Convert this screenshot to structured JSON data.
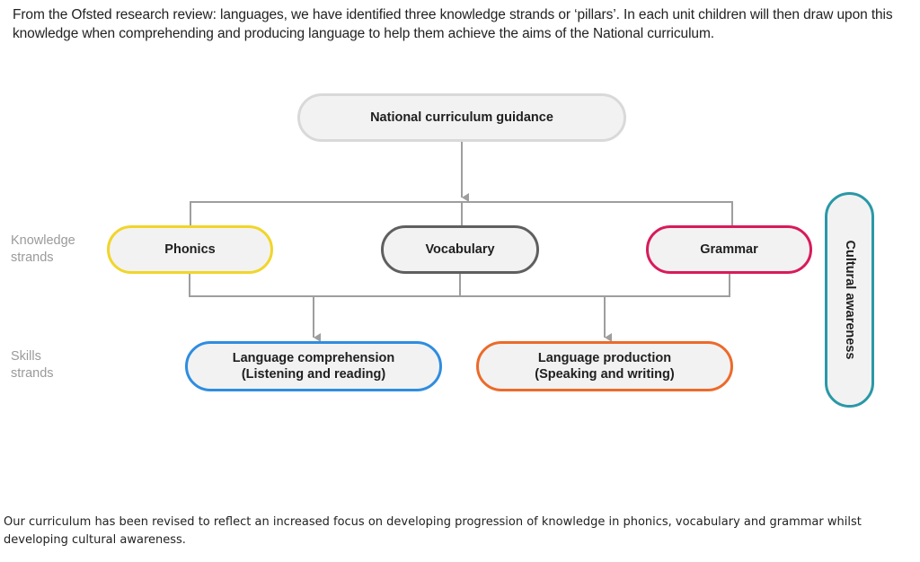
{
  "intro_text": "From the Ofsted research review: languages, we have identified three knowledge strands or ‘pillars’. In each unit children will then draw upon this knowledge when comprehending and producing language to help them achieve the aims of the National curriculum.",
  "diagram": {
    "top_node": "National curriculum guidance",
    "row_labels": {
      "knowledge": "Knowledge strands",
      "skills": "Skills strands"
    },
    "knowledge_strands": [
      {
        "label": "Phonics",
        "color": "#f1d52a"
      },
      {
        "label": "Vocabulary",
        "color": "#5f5f5f"
      },
      {
        "label": "Grammar",
        "color": "#d81b5a"
      }
    ],
    "skills_strands": [
      {
        "line1": "Language comprehension",
        "line2": "(Listening and reading)",
        "color": "#2e8de0"
      },
      {
        "line1": "Language production",
        "line2": "(Speaking and writing)",
        "color": "#ec6a2a"
      }
    ],
    "side_node": {
      "label": "Cultural awareness",
      "color": "#2a98a6"
    },
    "top_node_border_color": "#d9d9d9",
    "connector_color": "#9e9e9e"
  },
  "outro_text": "Our curriculum has been revised to reflect an increased focus on developing progression of knowledge in phonics, vocabulary and grammar whilst developing cultural awareness."
}
